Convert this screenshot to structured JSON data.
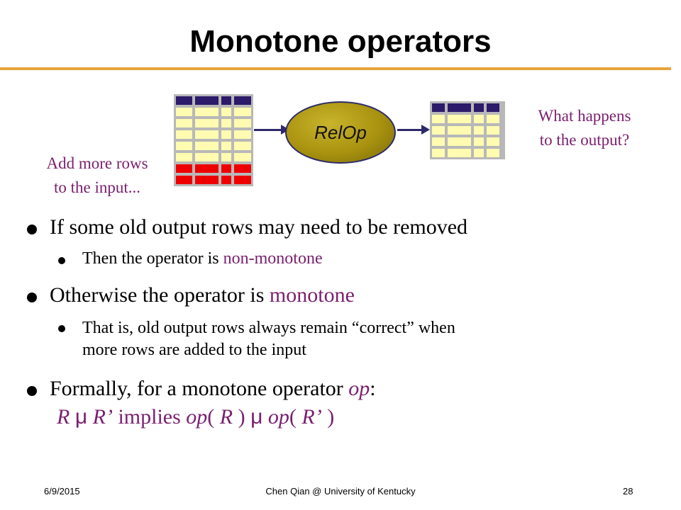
{
  "title": "Monotone operators",
  "diagram": {
    "operator_label": "RelOp",
    "input_note_line1": "Add more rows",
    "input_note_line2": "to the input...",
    "output_note_line1": "What happens",
    "output_note_line2": "to the output?",
    "colors": {
      "header": "#2c1a6a",
      "row": "#fffbb0",
      "added_row": "#ee0000",
      "grid_bg": "#b8b8b8",
      "accent": "#7a1f6e",
      "rule": "#e8a43a"
    }
  },
  "bullets": {
    "b1": "If some old output rows may need to be removed",
    "b1_sub_prefix": "Then the operator is ",
    "b1_sub_highlight": "non-monotone",
    "b2_prefix": "Otherwise the operator is ",
    "b2_highlight": "monotone",
    "b2_sub_line1": "That is, old output rows always remain “correct” when",
    "b2_sub_line2": "more rows are added to the input",
    "b3_prefix": "Formally, for a monotone operator ",
    "b3_op": "op",
    "b3_suffix": ":"
  },
  "formula": {
    "r": "R",
    "symbol": "μ",
    "r_prime": "R’",
    "implies": "implies",
    "op": "op",
    "open": "(",
    "close": ")",
    "r_inner": "R",
    "r_prime_inner": "R’"
  },
  "footer": {
    "date": "6/9/2015",
    "author": "Chen Qian @ University of Kentucky",
    "page": "28"
  }
}
